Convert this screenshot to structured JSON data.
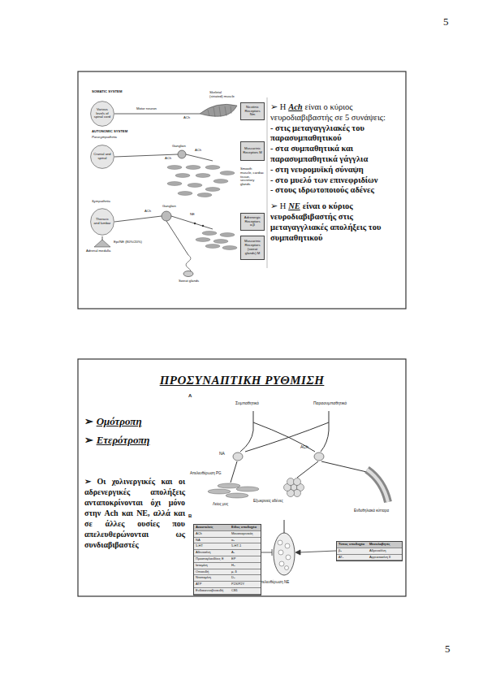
{
  "diagram": {
    "title": "ΠΡΟΣΥΝΑΠΤΙΚΗ ΡΥΘΜΙΣΗ",
    "nodes": [
      {
        "text": [
          "Various levels of spinal cord"
        ]
      },
      {
        "text": [
          "Cranial and spinal"
        ]
      },
      {
        "text": [
          "Thoracic and lumbar"
        ]
      },
      {
        "text": [
          "Nicotinic Receptors Nm"
        ]
      },
      {
        "text": [
          "Muscarinic Receptors M"
        ]
      },
      {
        "text": [
          "Adrenergic Receptors α,β"
        ]
      },
      {
        "text": [
          "Muscarinic Receptors (sweat glands) M"
        ]
      }
    ],
    "labels": [
      "5",
      "SOMATIC SYSTEM",
      "Motor neuron",
      "ACh",
      "Skeletal (striated) muscle",
      "AUTONOMIC SYSTEM",
      "Parasympathetic",
      "Ganglion",
      "ACh",
      "ACh",
      "Smooth muscle, cardiac tissue, secretory glands",
      "Sympathetic",
      "Ganglion",
      "ACh",
      "NE",
      "Adrenal medulla",
      "Epi/NE (80%/20%)",
      "Sweat glands",
      "➢ Η",
      "Ach",
      "είναι ο κύριος νευροδιαβιβαστής σε 5 συνάψεις:",
      "- στις μεταγαγγλιακές του παρασυμπαθητικού",
      "- στα συμπαθητικά και παρασυμπαθητικά γάγγλια",
      "- στη νευρομυϊκή σύναψη",
      "- στο μυελό των επινεφριδίων",
      "- στους ιδρωτοποιούς αδένες",
      "➢ Η",
      "NE",
      "είναι ο κύριος νευροδιαβιβαστής στις μεταγαγγλιακές απολήξεις του συμπαθητικού",
      "➢",
      "Ομότροπη",
      "➢",
      "Ετερότροπη",
      "➢ Οι χολινεργικές και οι αδρενεργικές απολήξεις ανταποκρίνονται όχι μόνο στην Ach και NE, αλλά και σε άλλες ουσίες που απελευθερώνονται ως συνδιαβιβαστές",
      "A",
      "Συμπαθητικό",
      "Παρασυμπαθητικό",
      "NA",
      "ACh",
      "Απελευθέρωση PG",
      "Λείος μυς",
      "Εξωκρινείς αδένες",
      "Ενδοθηλιακά κύτταρα",
      "B",
      "Αναστολείς",
      "Είδος υποδοχέα",
      "ACh",
      "Μουσκαρινικός",
      "NA",
      "α₂",
      "5-HT",
      "5-HT-1",
      "Αδενοσίνη",
      "A₁",
      "Προσταγλανδίνες E",
      "EP",
      "Ισταμίνη",
      "H₃",
      "Οπιοειδή",
      "μ, δ",
      "Ντοπαμίνη",
      "D₂",
      "ATP",
      "P2X/P2Y",
      "Ενδοκανναβινοειδή",
      "CB1",
      "Τύπος υποδοχέα",
      "Μεσολαβητές",
      "β₂",
      "Αδρεναλίνη",
      "AT₁",
      "Αγγειοτασίνη II",
      "Απελευθέρωση NE",
      "5"
    ]
  }
}
